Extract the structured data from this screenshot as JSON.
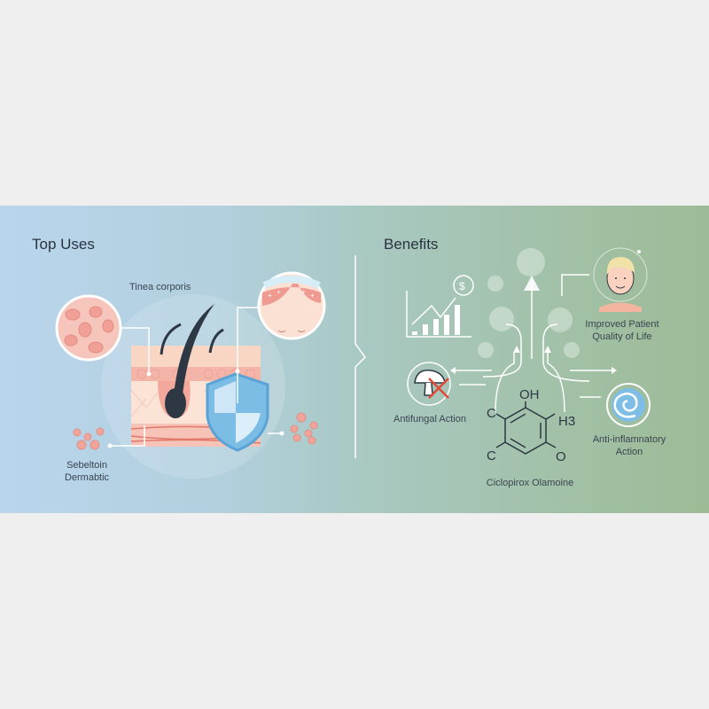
{
  "colors": {
    "page_bg": "#efefef",
    "banner_left": "#b9d5ec",
    "banner_right": "#9dbb95",
    "skin_pink": "#f4b8a8",
    "hair_dark": "#2d3844",
    "shield_blue": "#6fb4e0",
    "cross_red": "#e04a3a"
  },
  "left_panel": {
    "title": "Top Uses",
    "labels": {
      "tinea": "Tinea corporis",
      "seb_line1": "Sebeltoin",
      "seb_line2": "Dermabtic"
    },
    "icons": [
      "skin-cells-magnified-icon",
      "skin-cross-section-icon",
      "hair-follicle-icon",
      "shield-icon",
      "face-scalp-magnified-icon",
      "cell-cluster-icon"
    ]
  },
  "divider": {
    "shape": "vertical-line-with-chevron"
  },
  "right_panel": {
    "title": "Benefits",
    "benefits": [
      {
        "id": "antifungal",
        "label": "Antifungal Action",
        "icon": "mushroom-crossed-icon"
      },
      {
        "id": "quality",
        "label_line1": "Improved Patient",
        "label_line2": "Quality of Life",
        "icon": "person-face-icon"
      },
      {
        "id": "antiinflam",
        "label_line1": "Anti-inflamnatory",
        "label_line2": "Action",
        "icon": "wave-swirl-icon"
      },
      {
        "id": "cost",
        "label": "",
        "icon": "growth-chart-dollar-icon"
      }
    ],
    "molecule": {
      "name": "Ciclopirox Olamoine",
      "atoms": {
        "top": "OH",
        "right_top": "H3",
        "right_bottom": "O",
        "left_top": "C",
        "left_bottom": "C"
      }
    },
    "chart_icon_bars": [
      2,
      4,
      5,
      6,
      8
    ],
    "dollar_symbol": "$"
  }
}
